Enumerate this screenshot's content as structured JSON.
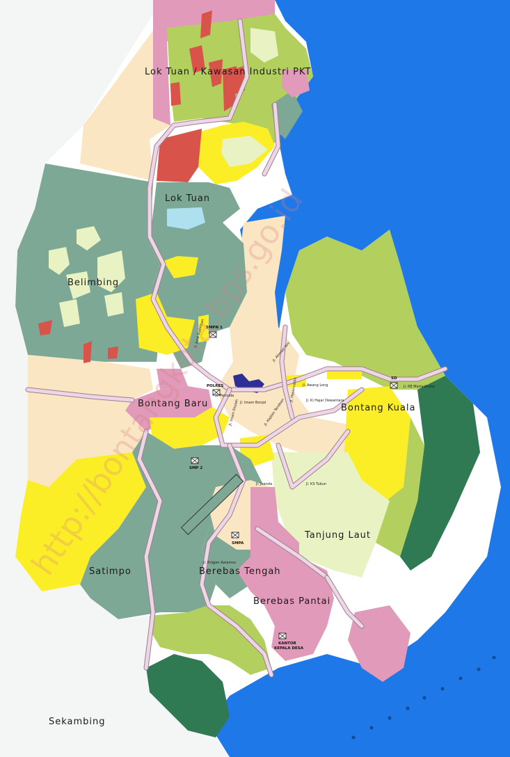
{
  "map": {
    "areas": {
      "lok_tuan_industri": "Lok Tuan / Kawasan Industri PKT",
      "lok_tuan": "Lok Tuan",
      "belimbing": "Belimbing",
      "bontang_baru": "Bontang Baru",
      "bontang_kuala": "Bontang Kuala",
      "tanjung_laut": "Tanjung Laut",
      "satimpo": "Satimpo",
      "berebas_tengah": "Berebas Tengah",
      "berebas_pantai": "Berebas Pantai",
      "sekambing": "Sekambing"
    },
    "pois": {
      "polres": "POLRES",
      "sd": "SD",
      "smp": "SMP 2",
      "smpn": "SMPN 1",
      "smpa": "SMPA",
      "kantor": "KANTOR",
      "kepala_desa": "KEPALA DESA"
    },
    "streets": {
      "s1": "Jl. Pemuda",
      "s2": "Jl. Imam Bonjol",
      "s3": "Jl. Ahmad Yani",
      "s4": "Jl. Jend Sudirman",
      "s5": "Jl. Imam Sholeh",
      "s6": "Jl. Kapten Tendean",
      "s7": "Jl. Awang Long",
      "s8": "Jl. RE Martadinata",
      "s9": "Jl. Ki Hajar Dewantara",
      "s10": "Jl. Hasanuddin",
      "s11": "Jl. Juanda",
      "s12": "Jl. KS Tubun",
      "s13": "Jl. Brigjen Katamso"
    },
    "watermark": "http://bontangkota.bps.go.id",
    "colors": {
      "sea": "#1e78e8",
      "residential_pink": "#e19ab9",
      "agriculture_green": "#b3cf5e",
      "forest_green": "#7da895",
      "dark_forest": "#2f7a52",
      "yellow": "#fbee27",
      "light_green": "#e8f2c2",
      "cream": "#fbe6c4",
      "red": "#d8534a",
      "industry_blue": "#2d2e96"
    }
  }
}
